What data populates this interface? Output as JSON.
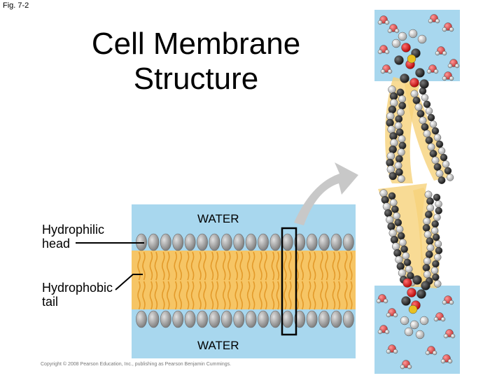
{
  "figure_label": "Fig. 7-2",
  "title_line1": "Cell Membrane",
  "title_line2": "Structure",
  "labels": {
    "hydrophilic_line1": "Hydrophilic",
    "hydrophilic_line2": "head",
    "hydrophobic_line1": "Hydrophobic",
    "hydrophobic_line2": "tail"
  },
  "water_top": "WATER",
  "water_bottom": "WATER",
  "copyright": "Copyright © 2008 Pearson Education, Inc., publishing as Pearson Benjamin Cummings.",
  "colors": {
    "water": "#a8d7ee",
    "tail_fill": "#f6c565",
    "head_gray": "#9a9a9a",
    "oxygen_red": "#d42020",
    "carbon_dark": "#2a2a2a"
  }
}
